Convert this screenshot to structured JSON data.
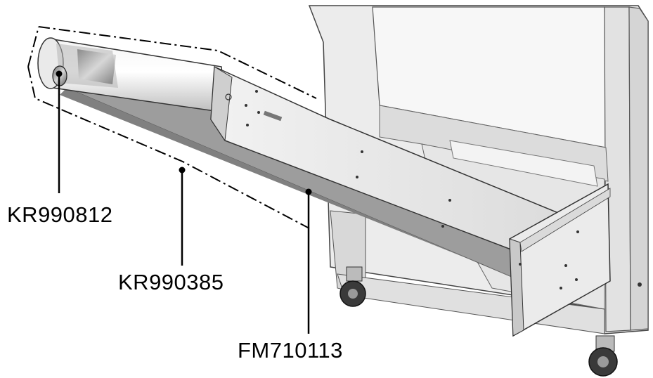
{
  "callouts": [
    {
      "id": "kr990812",
      "label": "KR990812"
    },
    {
      "id": "kr990385",
      "label": "KR990385"
    },
    {
      "id": "fm710113",
      "label": "FM710113"
    }
  ]
}
